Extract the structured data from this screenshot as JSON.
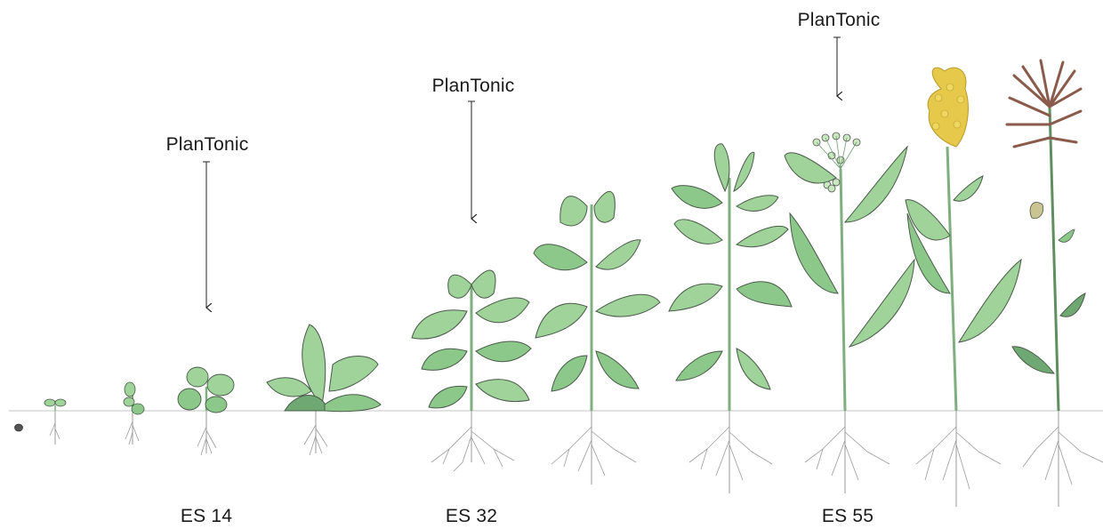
{
  "application_markers": [
    {
      "label": "PlanTonic",
      "stage": "ES 14"
    },
    {
      "label": "PlanTonic",
      "stage": "ES 32"
    },
    {
      "label": "PlanTonic",
      "stage": "ES 55"
    }
  ],
  "stage_labels": [
    "ES 14",
    "ES 32",
    "ES 55"
  ],
  "colors": {
    "leaf_fill": "#9fd39a",
    "leaf_dark": "#5f9f6a",
    "leaf_outline": "#4a5a4a",
    "stem": "#7fae7f",
    "root": "#8a8a8a",
    "flower_yellow": "#e6c84a",
    "pod_brown": "#8a5a4a",
    "ground": "#bfbfbf"
  },
  "plants_count": 11
}
